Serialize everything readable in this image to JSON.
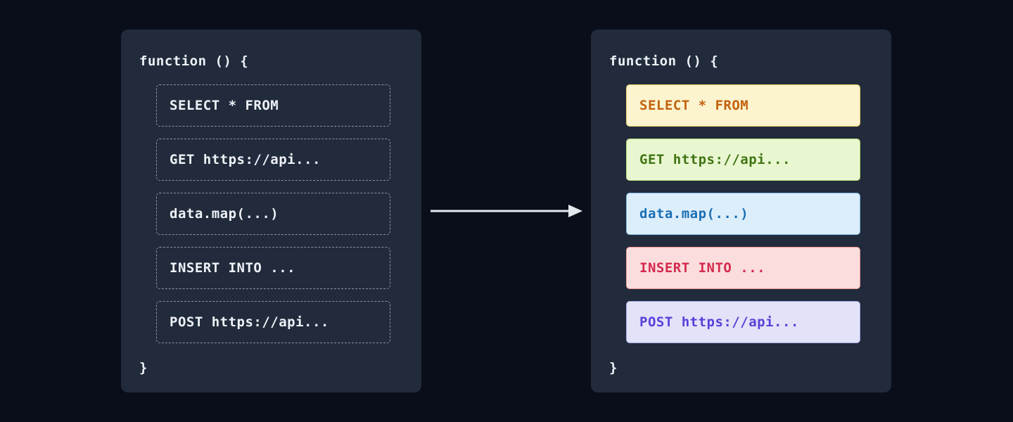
{
  "canvas": {
    "bg": "#0a0e1a",
    "panel_bg": "#212b3b",
    "text_color": "#eef2f7",
    "dashed_border": "#8a93a2",
    "arrow_color": "#e4e8ee"
  },
  "left_panel": {
    "header": "function () {",
    "footer": "}",
    "items": [
      {
        "label": "SELECT * FROM"
      },
      {
        "label": "GET https://api..."
      },
      {
        "label": "data.map(...)"
      },
      {
        "label": "INSERT INTO ..."
      },
      {
        "label": "POST https://api..."
      }
    ]
  },
  "right_panel": {
    "header": "function () {",
    "footer": "}",
    "items": [
      {
        "label": "SELECT * FROM",
        "bg": "#fcf3cf",
        "border": "#f0d06a",
        "color": "#c2620d"
      },
      {
        "label": "GET https://api...",
        "bg": "#e9f7d0",
        "border": "#b5d878",
        "color": "#3f7514"
      },
      {
        "label": "data.map(...)",
        "bg": "#ddeefb",
        "border": "#7fb8e0",
        "color": "#1a6fb5"
      },
      {
        "label": "INSERT INTO ...",
        "bg": "#fbdddd",
        "border": "#ef9a9a",
        "color": "#d42a4e"
      },
      {
        "label": "POST https://api...",
        "bg": "#e2e2f9",
        "border": "#a8a8e8",
        "color": "#5a3fd8"
      }
    ]
  }
}
